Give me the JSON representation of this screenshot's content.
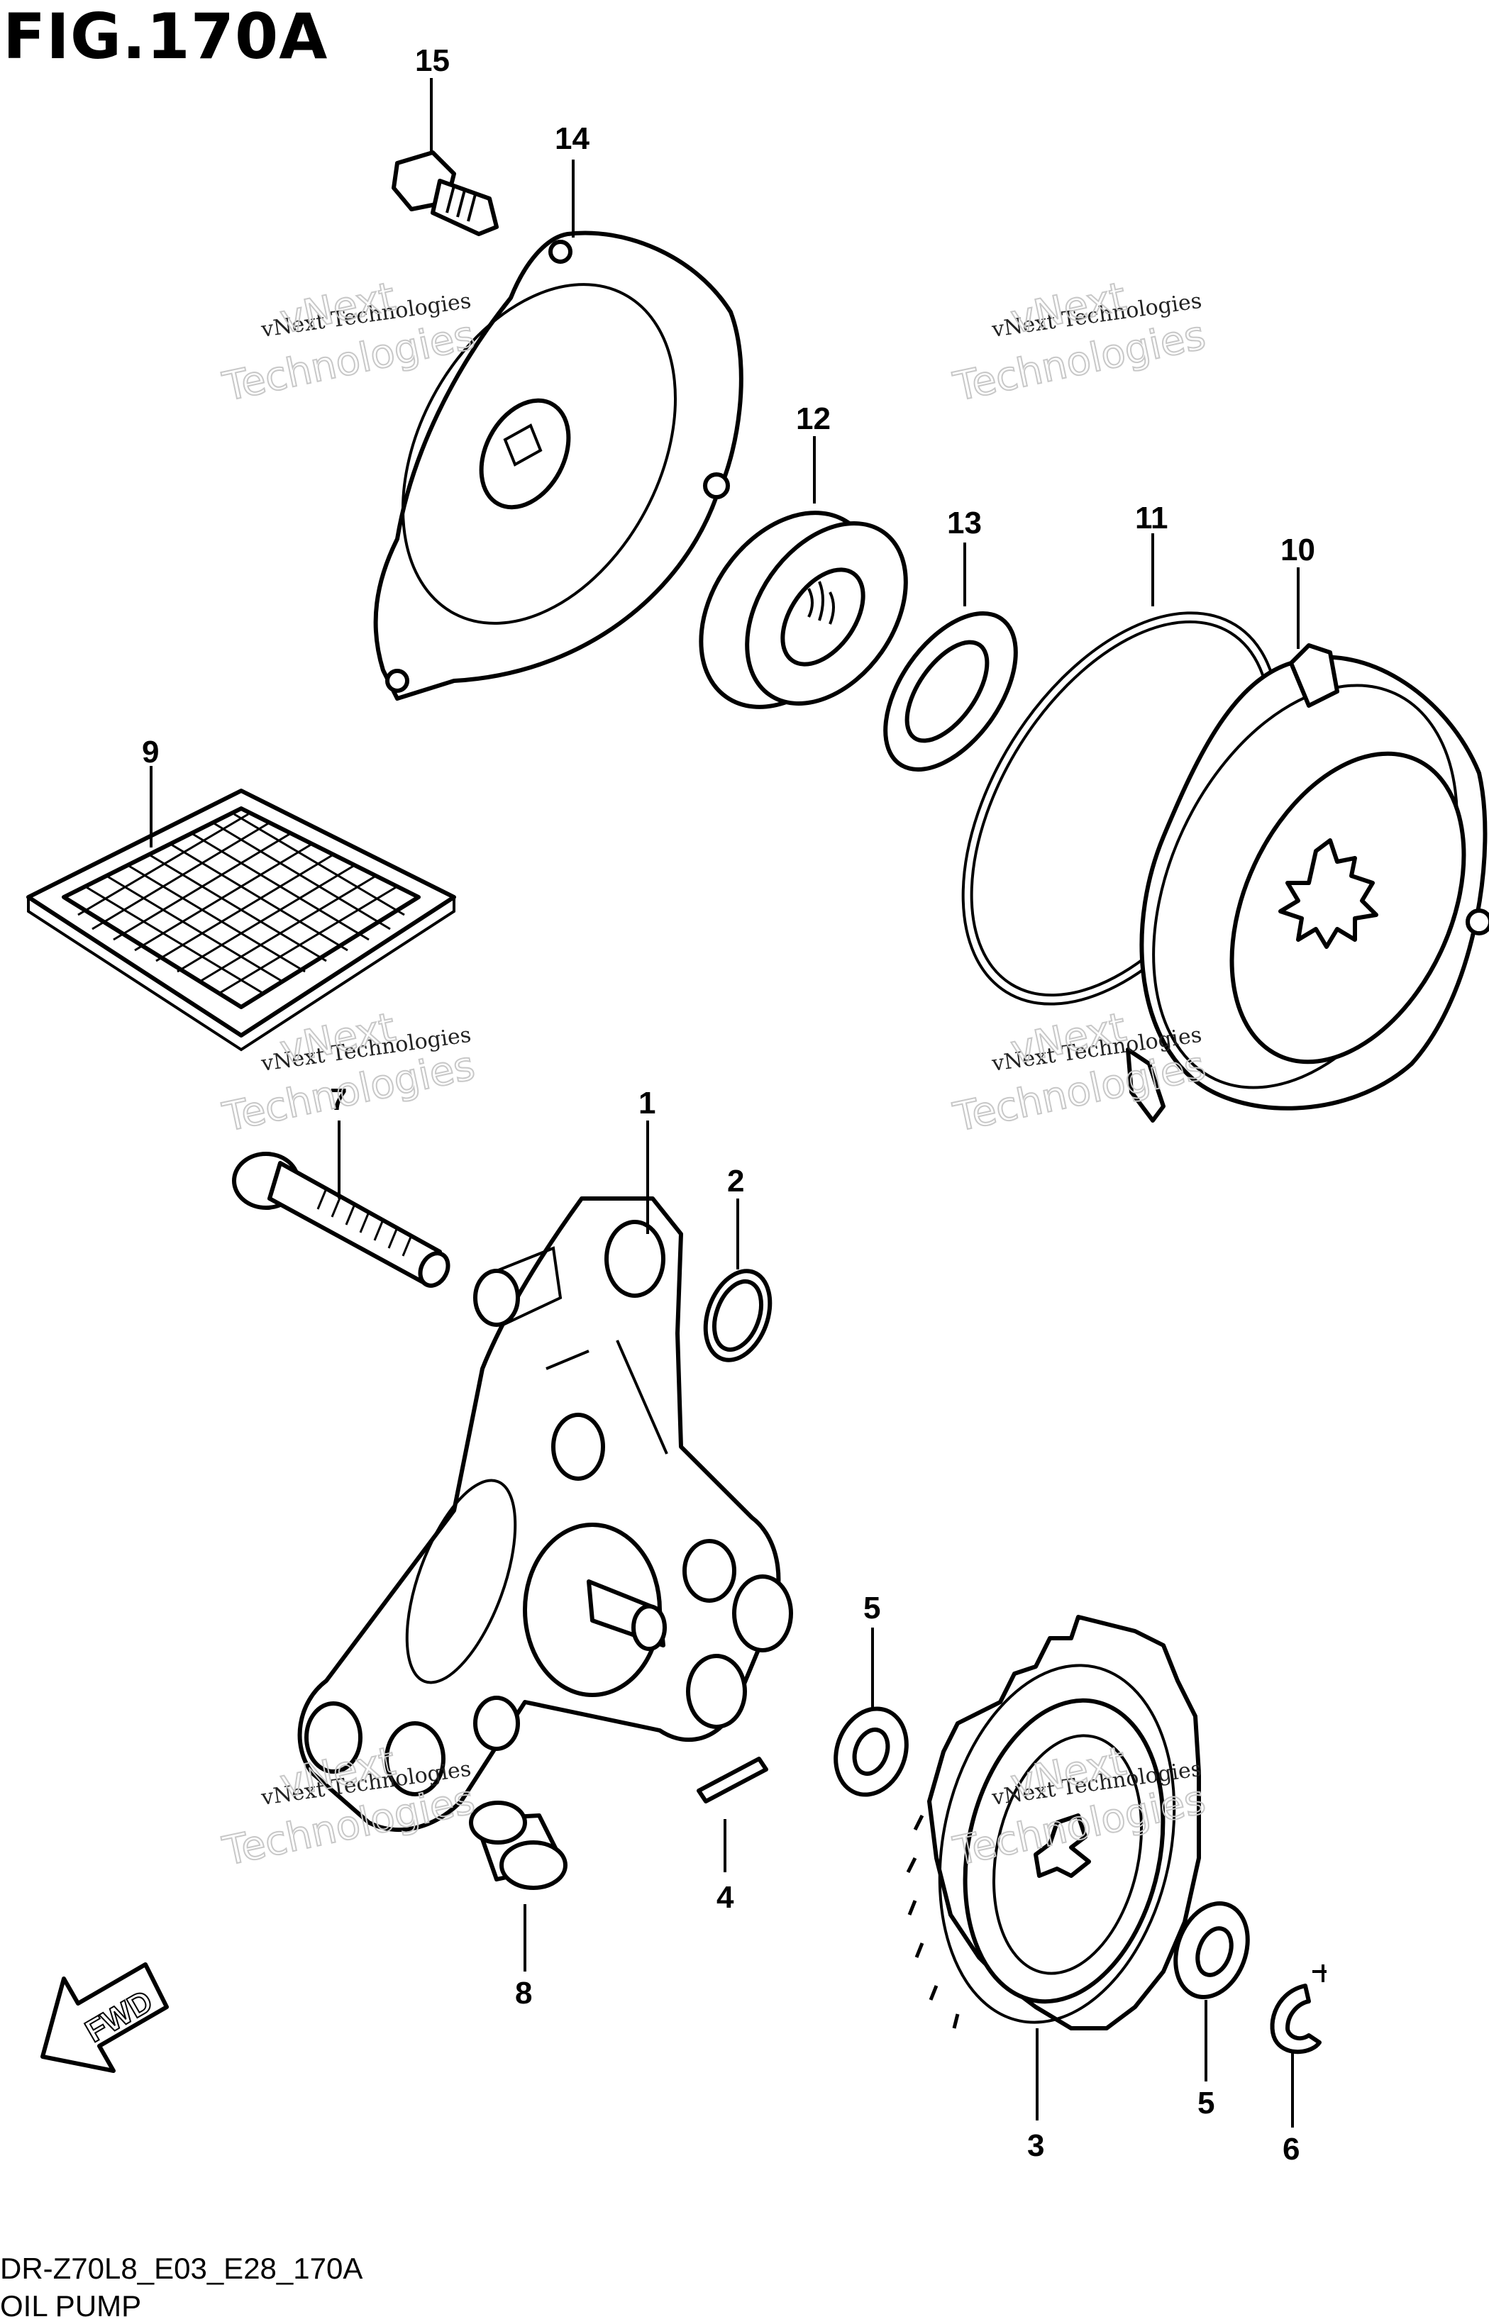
{
  "figure": {
    "title": "FIG.170A",
    "code": "DR-Z70L8_E03_E28_170A",
    "caption": "OIL PUMP"
  },
  "callouts": {
    "c1": "1",
    "c2": "2",
    "c3": "3",
    "c4": "4",
    "c5a": "5",
    "c5b": "5",
    "c6": "6",
    "c7": "7",
    "c8": "8",
    "c9": "9",
    "c10": "10",
    "c11": "11",
    "c12": "12",
    "c13": "13",
    "c14": "14",
    "c15": "15"
  },
  "direction_label": "FWD",
  "watermark": {
    "line1": "vNext Technologies",
    "line2a": "vNext",
    "line2b": "Technologies"
  }
}
